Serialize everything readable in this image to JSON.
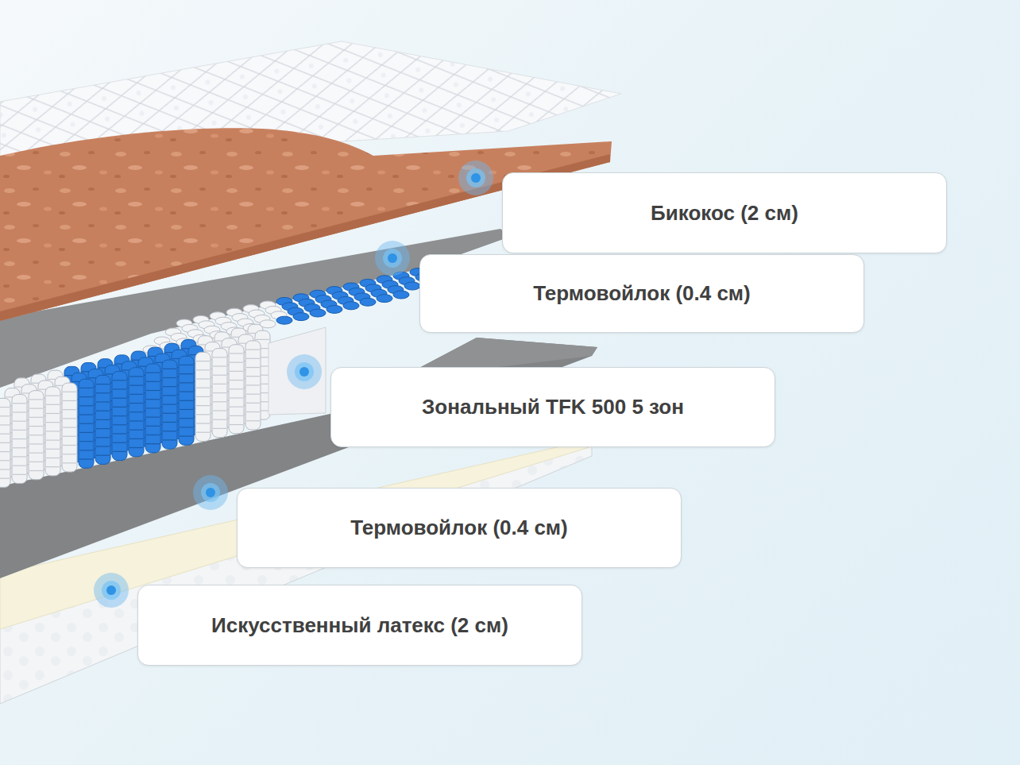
{
  "diagram": {
    "nodes": [
      {
        "text": [
          "Бикокос (2 см)"
        ]
      },
      {
        "text": [
          "Термовойлок (0.4 см)"
        ]
      },
      {
        "text": [
          "Зональный TFK 500 5 зон"
        ]
      },
      {
        "text": [
          "Термовойлок (0.4 см)"
        ]
      },
      {
        "text": [
          "Искусственный латекс (2 см)"
        ]
      }
    ]
  }
}
